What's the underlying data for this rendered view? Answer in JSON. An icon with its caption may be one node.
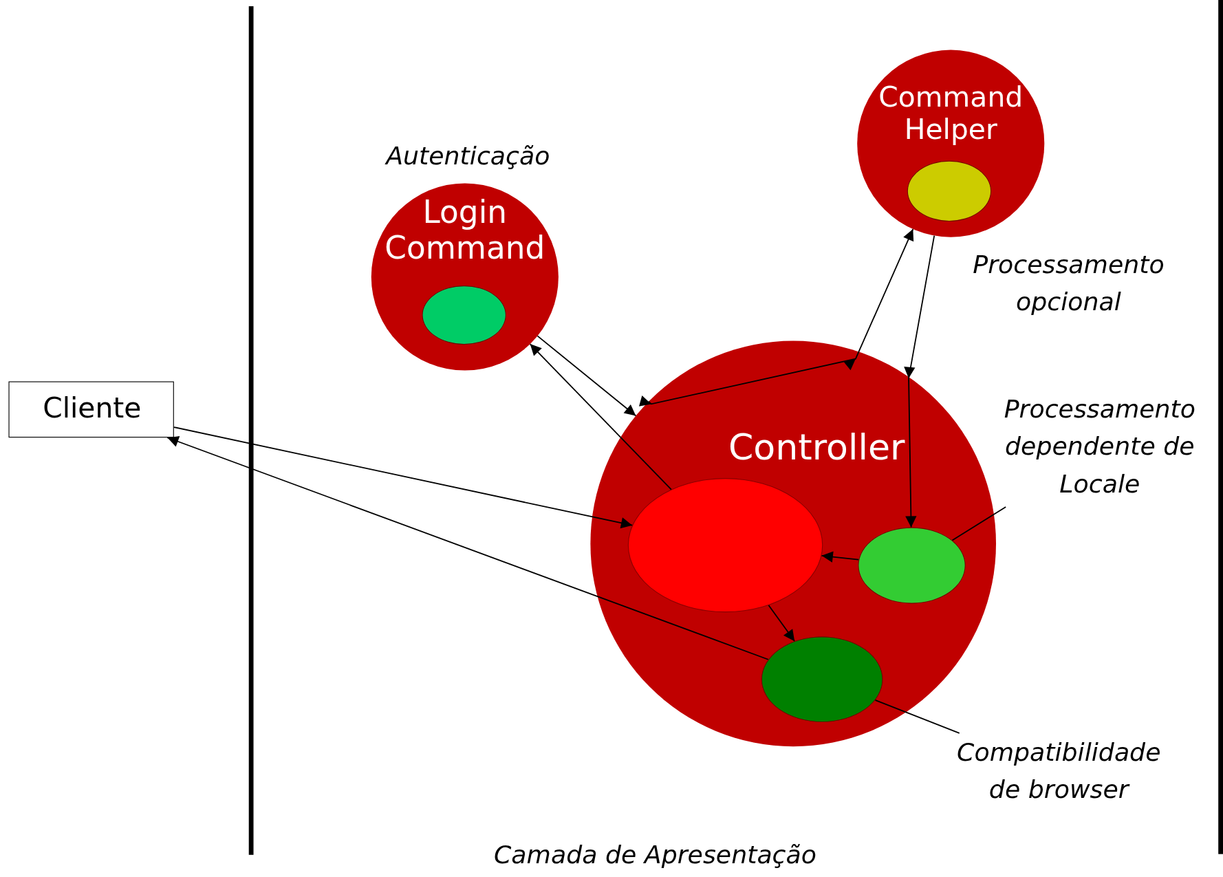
{
  "diagram": {
    "nodes": [
      {
        "text": [
          "Cliente"
        ]
      },
      {
        "text": [
          "Login Command"
        ],
        "beside": [
          "Autenticação"
        ]
      },
      {
        "text": [],
        "shape": "ellipse",
        "in": 1
      },
      {
        "text": [
          "Command Helper"
        ],
        "beside": [
          "Processamento opcional"
        ]
      },
      {
        "text": [],
        "shape": "ellipse",
        "in": 3
      },
      {
        "text": [
          "Controller"
        ]
      },
      {
        "text": [],
        "shape": "ellipse",
        "in": 5
      },
      {
        "text": [],
        "shape": "ellipse",
        "in": 5
      },
      {
        "text": [],
        "shape": "ellipse",
        "in": 5
      },
      {
        "text": [
          "Processamento dependente de Locale"
        ]
      },
      {
        "text": [
          "Compatibilidade de browser"
        ]
      }
    ],
    "edges": [
      {
        "from": 0,
        "to": 6,
        "arrow": "to"
      },
      {
        "from": 8,
        "to": 0,
        "arrow": "to"
      },
      {
        "from": 1,
        "to": 5,
        "arrow": "to"
      },
      {
        "from": 5,
        "to": 3,
        "arrow": "to"
      },
      {
        "from": 6,
        "to": 1,
        "arrow": "to"
      },
      {
        "from": 3,
        "to": 7,
        "arrow": "to"
      },
      {
        "from": 7,
        "to": 6,
        "arrow": "to"
      },
      {
        "from": 6,
        "to": 8,
        "arrow": "to"
      },
      {
        "from": 9,
        "to": 7,
        "arrow": "none"
      },
      {
        "from": 10,
        "to": 8,
        "arrow": "none"
      }
    ],
    "labels": [
      "Camada de Apresentação"
    ]
  }
}
